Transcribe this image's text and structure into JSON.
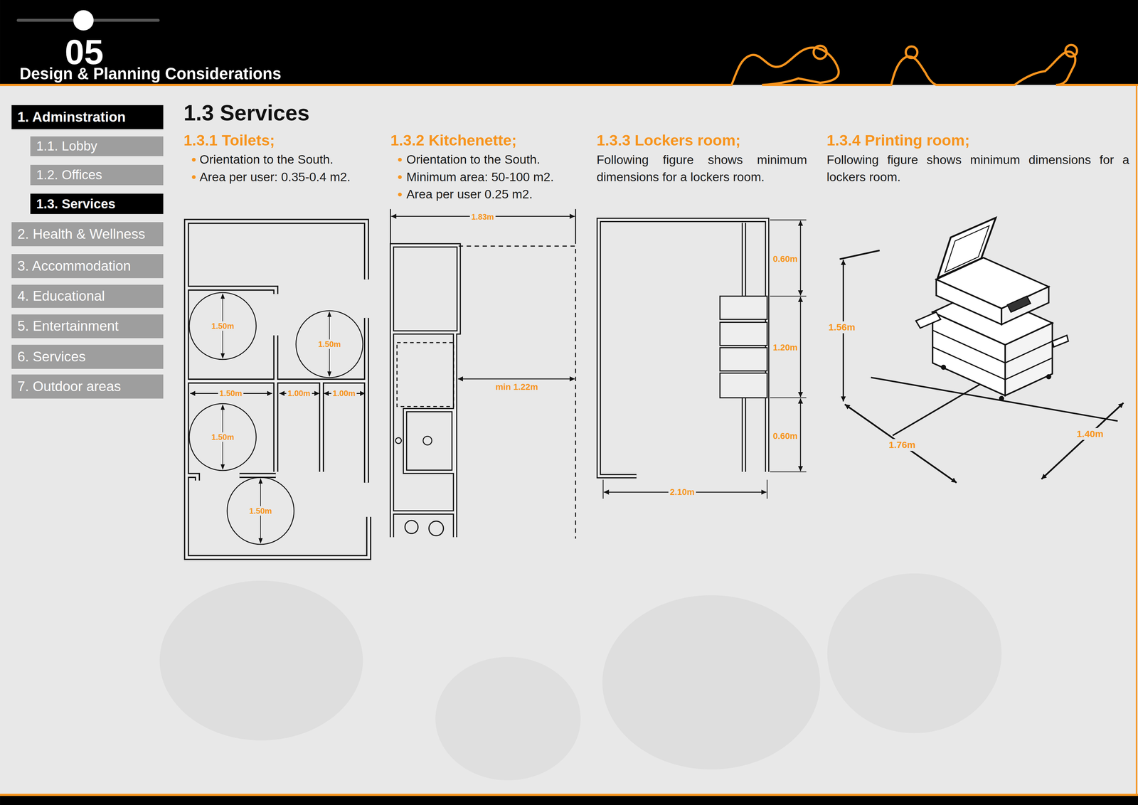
{
  "diagram": {
    "title": "1.3 Services",
    "nodes": [
      {
        "text": [
          "1. Adminstration"
        ]
      },
      {
        "text": [
          "1.1. Lobby"
        ]
      },
      {
        "text": [
          "1.2. Offices"
        ]
      },
      {
        "text": [
          "1.3. Services"
        ]
      },
      {
        "text": [
          "2. Health & Wellness"
        ]
      },
      {
        "text": [
          "3. Accommodation"
        ]
      },
      {
        "text": [
          "4. Educational"
        ]
      },
      {
        "text": [
          "5. Entertainment"
        ]
      },
      {
        "text": [
          "6. Services"
        ]
      },
      {
        "text": [
          "7. Outdoor areas"
        ]
      },
      {
        "text": [
          "1.50m"
        ]
      },
      {
        "text": [
          "1.50m"
        ]
      },
      {
        "text": [
          "1.50m"
        ]
      },
      {
        "text": [
          "1.50m"
        ]
      }
    ],
    "labels": [
      "05",
      "Design & Planning Considerations",
      "1.3.1 Toilets;",
      "Orientation to the South.",
      "Area per user: 0.35-0.4 m2.",
      "1.3.2 Kitchenette;",
      "Orientation to the South.",
      "Minimum area: 50-100 m2.",
      "Area per user 0.25 m2.",
      "1.3.3 Lockers room;",
      "Following figure shows minimum dimensions for a lockers room.",
      "1.3.4 Printing room;",
      "Following figure shows minimum dimensions for a lockers room.",
      "1.50m",
      "1.00m",
      "1.00m",
      "1.83m",
      "min 1.22m",
      "0.60m",
      "1.20m",
      "0.60m",
      "2.10m",
      "1.56m",
      "1.76m",
      "1.40m"
    ]
  }
}
